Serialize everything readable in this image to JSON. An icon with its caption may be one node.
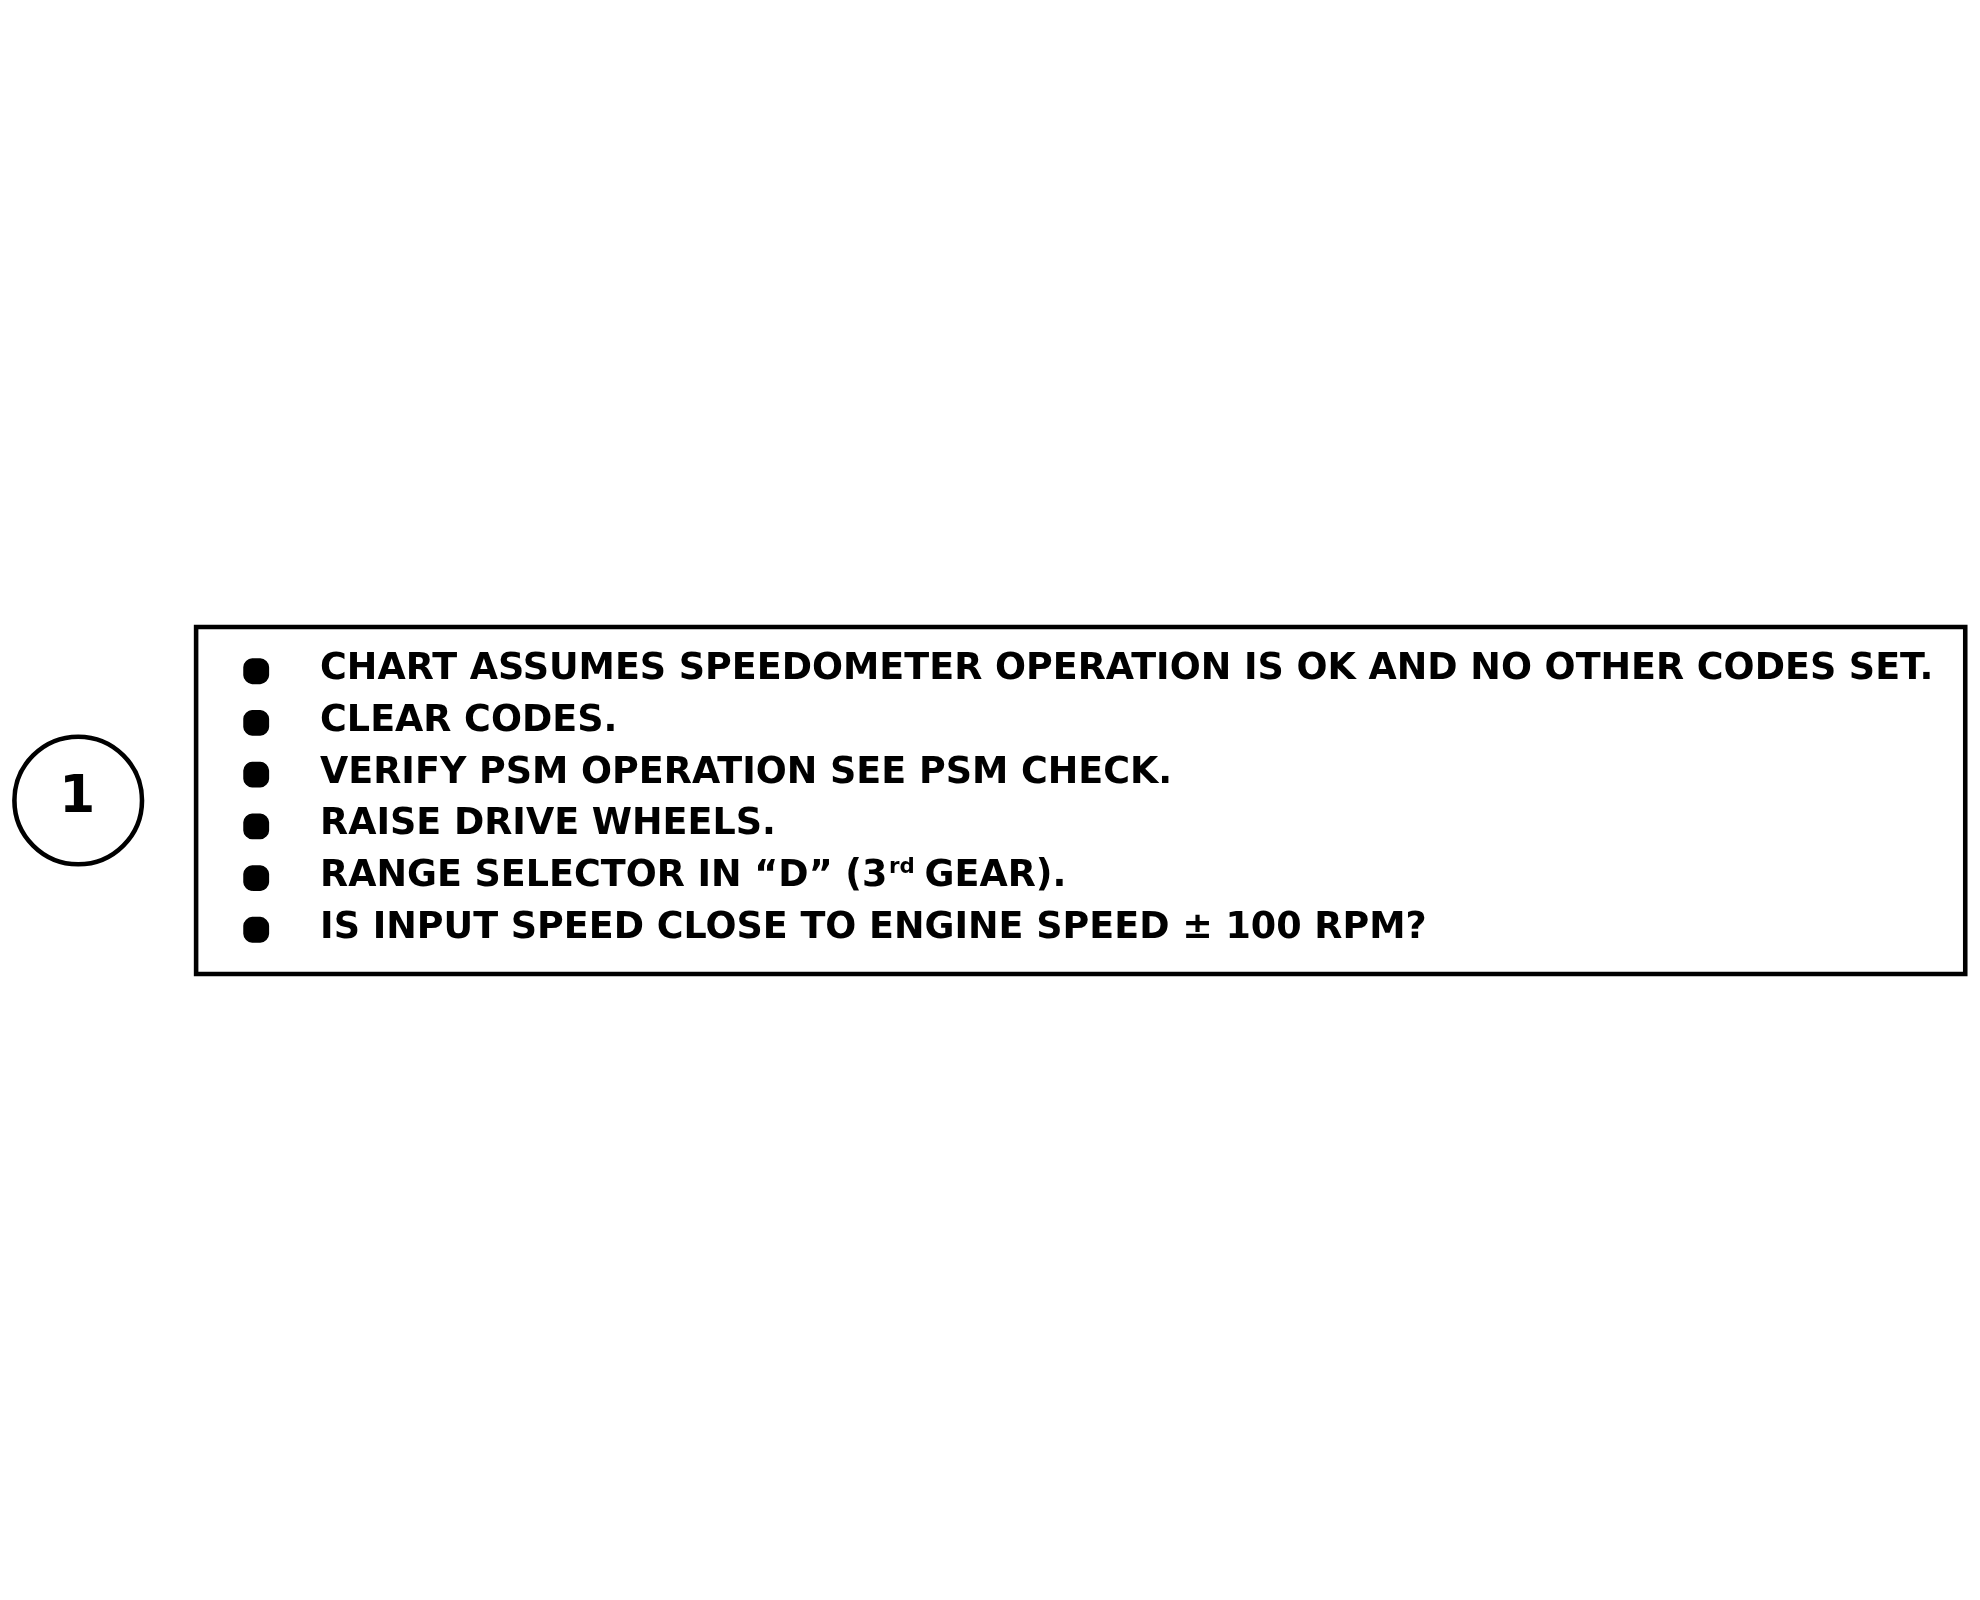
{
  "diagram": {
    "nodes": [
      {
        "text": [
          "1"
        ]
      },
      {
        "text": [
          "CHART ASSUMES SPEEDOMETER OPERATION IS OK AND NO OTHER CODES SET.",
          "CLEAR CODES.",
          "VERIFY PSM OPERATION SEE PSM CHECK.",
          "RAISE DRIVE WHEELS.",
          "RANGE SELECTOR IN “D” (3$^{rd}$ GEAR).",
          "IS INPUT SPEED CLOSE TO ENGINE SPEED ± 100 RPM?"
        ]
      }
    ],
    "edges": []
  }
}
